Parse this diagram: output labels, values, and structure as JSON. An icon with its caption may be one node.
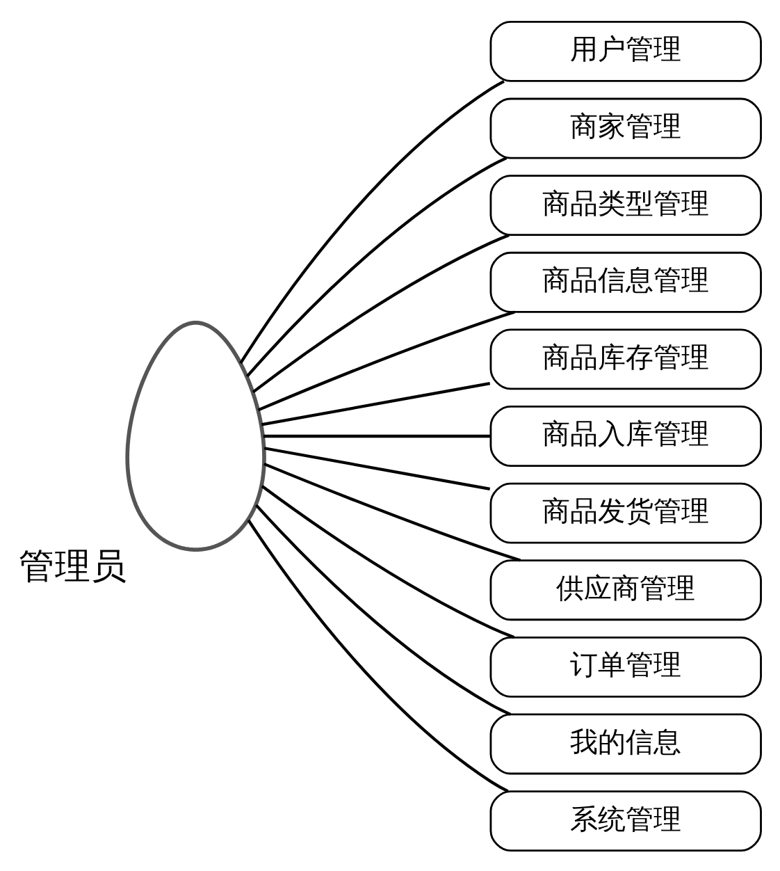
{
  "diagram": {
    "nodes": [
      {
        "text": [],
        "shape": "person",
        "beside": [
          "管理员"
        ]
      },
      {
        "text": [
          "用户管理"
        ]
      },
      {
        "text": [
          "商家管理"
        ]
      },
      {
        "text": [
          "商品类型管理"
        ]
      },
      {
        "text": [
          "商品信息管理"
        ]
      },
      {
        "text": [
          "商品库存管理"
        ]
      },
      {
        "text": [
          "商品入库管理"
        ]
      },
      {
        "text": [
          "商品发货管理"
        ]
      },
      {
        "text": [
          "供应商管理"
        ]
      },
      {
        "text": [
          "订单管理"
        ]
      },
      {
        "text": [
          "我的信息"
        ]
      },
      {
        "text": [
          "系统管理"
        ]
      }
    ],
    "edges": [
      {
        "from": 0,
        "to": 1,
        "arrow": "none"
      },
      {
        "from": 0,
        "to": 2,
        "arrow": "none"
      },
      {
        "from": 0,
        "to": 3,
        "arrow": "none"
      },
      {
        "from": 0,
        "to": 4,
        "arrow": "none"
      },
      {
        "from": 0,
        "to": 5,
        "arrow": "none"
      },
      {
        "from": 0,
        "to": 6,
        "arrow": "none"
      },
      {
        "from": 0,
        "to": 7,
        "arrow": "none"
      },
      {
        "from": 0,
        "to": 8,
        "arrow": "none"
      },
      {
        "from": 0,
        "to": 9,
        "arrow": "none"
      },
      {
        "from": 0,
        "to": 10,
        "arrow": "none"
      },
      {
        "from": 0,
        "to": 11,
        "arrow": "none"
      }
    ]
  }
}
